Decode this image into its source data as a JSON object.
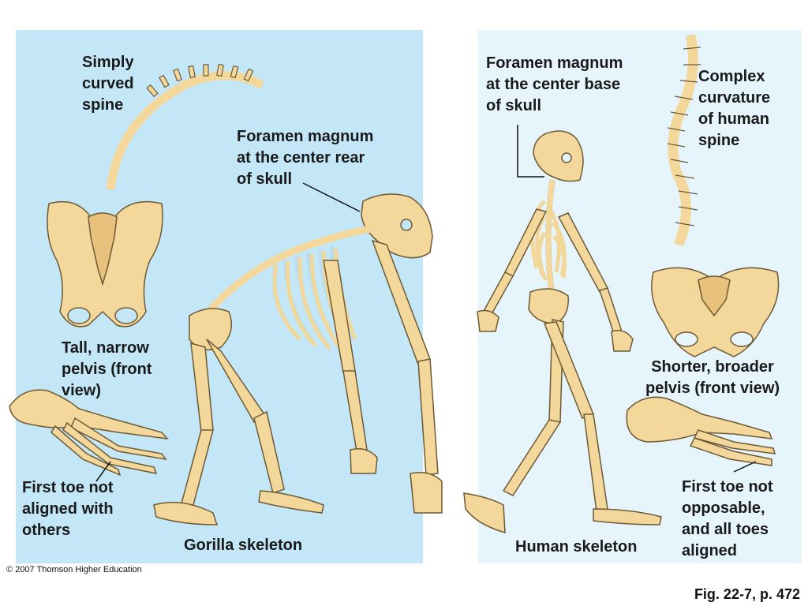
{
  "labels": {
    "simply_curved_spine": "Simply\ncurved\nspine",
    "foramen_gorilla": "Foramen magnum\nat the center rear\nof skull",
    "tall_narrow_pelvis": "Tall, narrow\npelvis (front\nview)",
    "first_toe_not_aligned": "First toe not\naligned with\nothers",
    "gorilla_skeleton": "Gorilla skeleton",
    "foramen_human": "Foramen magnum\nat the center base\nof skull",
    "complex_curvature": "Complex\ncurvature\nof human\nspine",
    "shorter_broader_pelvis": "Shorter, broader\npelvis (front view)",
    "first_toe_not_opposable": "First toe not\nopposable,\nand all toes\naligned",
    "human_skeleton": "Human skeleton"
  },
  "footer": {
    "copyright": "© 2007 Thomson Higher Education",
    "figure_ref": "Fig. 22-7, p. 472"
  },
  "colors": {
    "gorilla_panel_bg": "#c4e7f8",
    "human_panel_bg": "#e6f5fc",
    "bone": "#f3d79b",
    "bone_outline": "#6d5a35"
  }
}
